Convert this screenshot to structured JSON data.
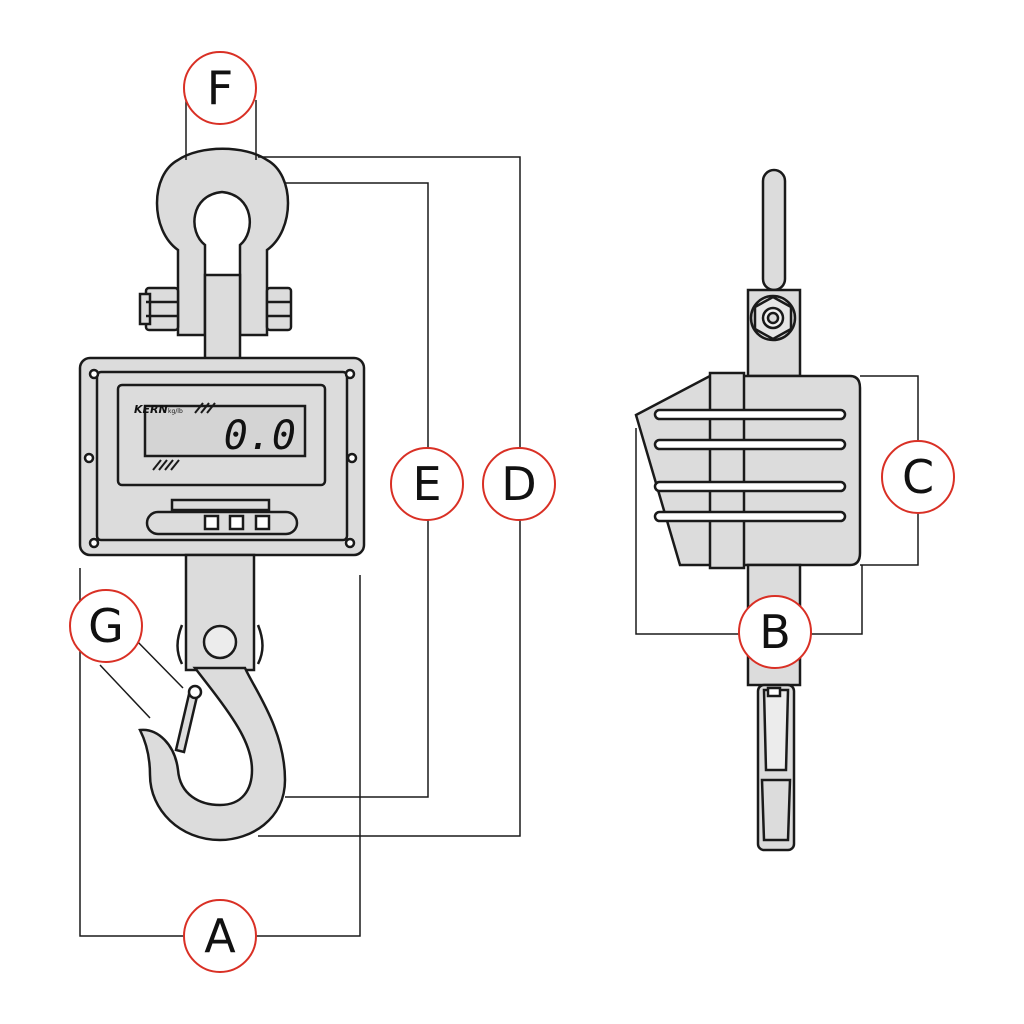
{
  "colors": {
    "body_fill": "#dcdcdc",
    "outline": "#1a1a1a",
    "label_ring": "#d93025",
    "lcd_fill": "#d4d4d4"
  },
  "display": {
    "brand": "KERN",
    "unit": "kg/lb",
    "reading": "0.0"
  },
  "labels": {
    "a": "A",
    "b": "B",
    "c": "C",
    "d": "D",
    "e": "E",
    "f": "F",
    "g": "G"
  }
}
